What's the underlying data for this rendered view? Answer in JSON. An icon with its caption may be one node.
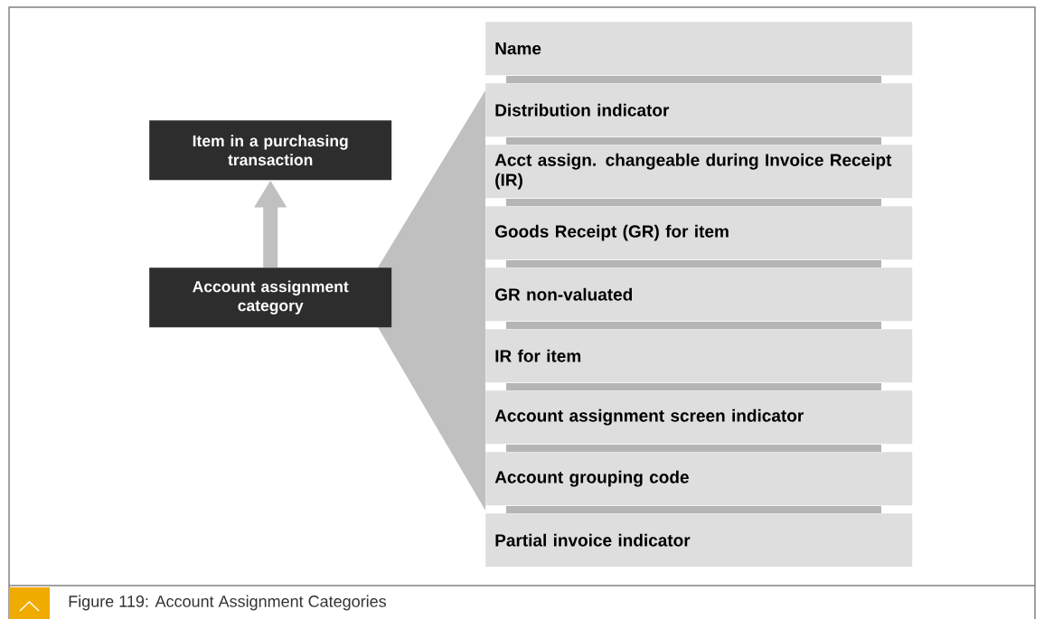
{
  "diagram": {
    "caption": "Figure 119: Account Assignment Categories",
    "nodes": [
      {
        "text": [
          "Item in a purchasing transaction"
        ]
      },
      {
        "text": [
          "Account assignment category"
        ]
      },
      {
        "text": [
          "Name"
        ]
      },
      {
        "text": [
          "Distribution indicator"
        ]
      },
      {
        "text": [
          "Acct assign. changeable during Invoice Receipt (IR)"
        ]
      },
      {
        "text": [
          "Goods Receipt (GR) for item"
        ]
      },
      {
        "text": [
          "GR non-valuated"
        ]
      },
      {
        "text": [
          "IR for item"
        ]
      },
      {
        "text": [
          "Account assignment screen indicator"
        ]
      },
      {
        "text": [
          "Account grouping code"
        ]
      },
      {
        "text": [
          "Partial invoice indicator"
        ]
      }
    ],
    "edges": [
      {
        "from": 1,
        "to": 0,
        "arrow": "to"
      }
    ]
  }
}
